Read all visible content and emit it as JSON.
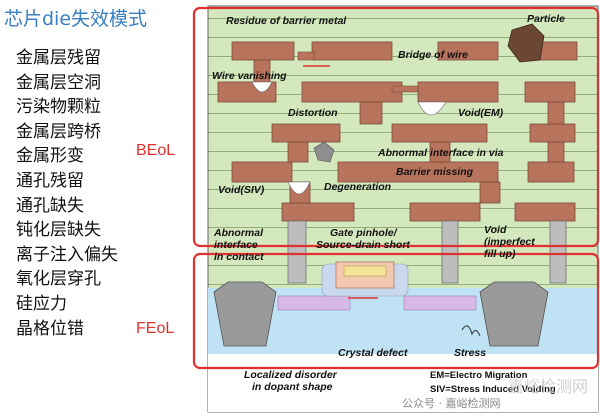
{
  "title": "芯片die失效模式",
  "failure_modes": [
    "金属层残留",
    "金属层空洞",
    "污染物颗粒",
    "金属层跨桥",
    "金属形变",
    "通孔残留",
    "通孔缺失",
    "钝化层缺失",
    "离子注入偏失",
    "氧化层穿孔",
    "硅应力",
    "晶格位错"
  ],
  "beol_label": "BEoL",
  "feol_label": "FEoL",
  "diagram_labels": {
    "residue": "Residue of barrier metal",
    "particle": "Particle",
    "bridge": "Bridge of wire",
    "wire_vanishing": "Wire vanishing",
    "distortion": "Distortion",
    "void_em": "Void(EM)",
    "abnormal_via": "Abnormal interface in via",
    "degeneration": "Degeneration",
    "barrier_missing": "Barrier missing",
    "void_siv": "Void(SIV)",
    "void_imperfect_1": "Void",
    "void_imperfect_2": "(imperfect",
    "void_imperfect_3": "fill up)",
    "abnormal_contact_1": "Abnormal",
    "abnormal_contact_2": "interface",
    "abnormal_contact_3": "in contact",
    "gate_pinhole_1": "Gate pinhole/",
    "gate_pinhole_2": "Source-drain short",
    "crystal_defect": "Crystal defect",
    "stress": "Stress",
    "localized_1": "Localized disorder",
    "localized_2": "in dopant shape",
    "legend_em": "EM=Electro Migration",
    "legend_siv": "SIV=Stress Induced Voiding"
  },
  "watermark": {
    "account": "公众号 · 嘉峪检测网",
    "brand": "嘉峪检测网"
  },
  "colors": {
    "title_blue": "#3a7fc0",
    "frame_red": "#e03030",
    "metal": "#b8735c",
    "dielectric": "#d4e8be",
    "substrate": "#bfe3f5",
    "poly": "#f2c9b0"
  }
}
